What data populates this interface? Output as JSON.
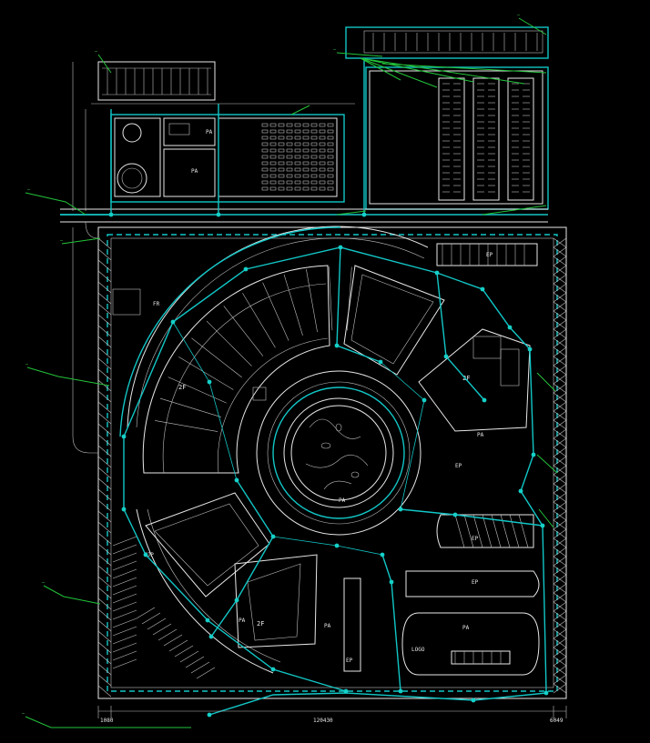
{
  "colors": {
    "background": "#000000",
    "linework": "#e8e8e8",
    "utility": "#12c6c6",
    "callout": "#22c33a"
  },
  "labels": {
    "pa": "PA",
    "fr": "FR",
    "ep": "EP",
    "tjp": "TJP",
    "building_2f": "2F",
    "logo_text": "LOGO"
  },
  "dimensions": {
    "left": "1080",
    "center": "120430",
    "right": "6049"
  },
  "callouts": [
    "—",
    "—",
    "—",
    "—",
    "—",
    "—",
    "—",
    "—"
  ]
}
